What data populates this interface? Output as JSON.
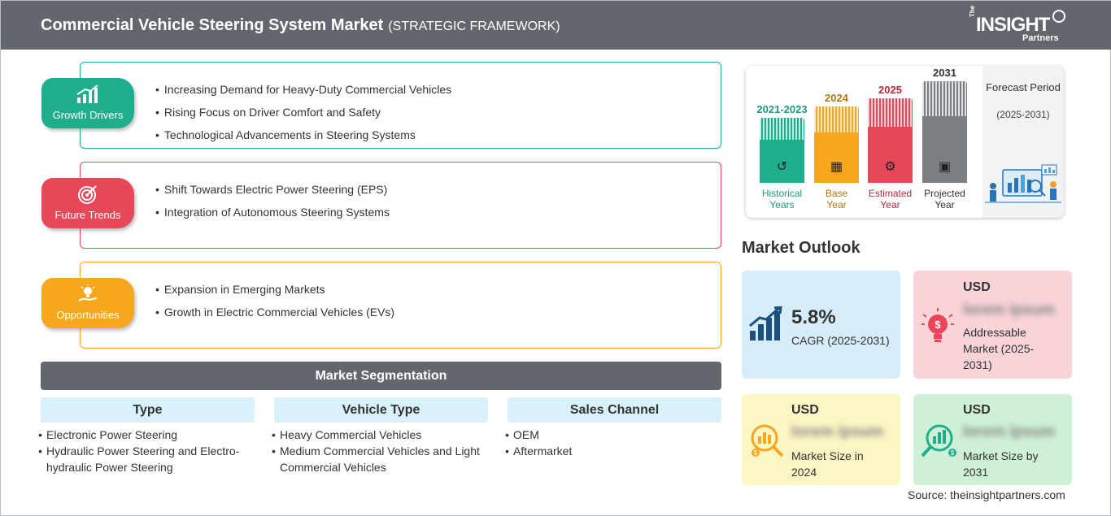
{
  "header": {
    "title": "Commercial Vehicle Steering System Market",
    "subtitle": "(STRATEGIC FRAMEWORK)"
  },
  "logo": {
    "the": "The",
    "insight": "INSIGHT",
    "partners": "Partners"
  },
  "framework": [
    {
      "label": "Growth Drivers",
      "color": "#1fae8b",
      "items": [
        "Increasing Demand for Heavy-Duty Commercial Vehicles",
        "Rising Focus on Driver Comfort and Safety",
        "Technological Advancements in Steering Systems"
      ]
    },
    {
      "label": "Future Trends",
      "color": "#e8475a",
      "items": [
        "Shift Towards Electric Power Steering (EPS)",
        "Integration of Autonomous Steering Systems"
      ]
    },
    {
      "label": "Opportunities",
      "color": "#f6a71d",
      "items": [
        "Expansion in Emerging Markets",
        "Growth in Electric Commercial Vehicles (EVs)"
      ]
    }
  ],
  "segmentation": {
    "title": "Market Segmentation",
    "columns": [
      {
        "heading": "Type",
        "items": [
          "Electronic Power Steering",
          "Hydraulic Power Steering and Electro-hydraulic Power Steering"
        ]
      },
      {
        "heading": "Vehicle Type",
        "items": [
          "Heavy Commercial Vehicles",
          "Medium Commercial Vehicles and Light Commercial Vehicles"
        ]
      },
      {
        "heading": "Sales Channel",
        "items": [
          "OEM",
          "Aftermarket"
        ]
      }
    ]
  },
  "timeline": {
    "bars": [
      {
        "year": "2021-2023",
        "caption_line1": "Historical",
        "caption_line2": "Years",
        "color": "#1fae8b",
        "year_color": "#1a9a7b"
      },
      {
        "year": "2024",
        "caption_line1": "Base",
        "caption_line2": "Year",
        "color": "#f6a71d",
        "year_color": "#b07512"
      },
      {
        "year": "2025",
        "caption_line1": "Estimated",
        "caption_line2": "Year",
        "color": "#e8475a",
        "year_color": "#b52a3c"
      },
      {
        "year": "2031",
        "caption_line1": "Projected",
        "caption_line2": "Year",
        "color": "#7b7f84",
        "year_color": "#333333"
      }
    ],
    "forecast_title": "Forecast Period",
    "forecast_period": "(2025-2031)"
  },
  "outlook": {
    "title": "Market Outlook",
    "cagr": {
      "value": "5.8%",
      "caption": "CAGR (2025-2031)",
      "bg": "#d6ecf8"
    },
    "addressable": {
      "currency": "USD",
      "value": "lorem ipsum",
      "caption": "Addressable Market (2025-2031)",
      "bg": "#f8d3d8"
    },
    "size_2024": {
      "currency": "USD",
      "value": "lorem ipsum",
      "caption": "Market Size in 2024",
      "bg": "#fcf5c4"
    },
    "size_2031": {
      "currency": "USD",
      "value": "lorem ipsum",
      "caption": "Market Size by 2031",
      "bg": "#cdf0d6"
    }
  },
  "source": "Source: theinsightpartners.com"
}
